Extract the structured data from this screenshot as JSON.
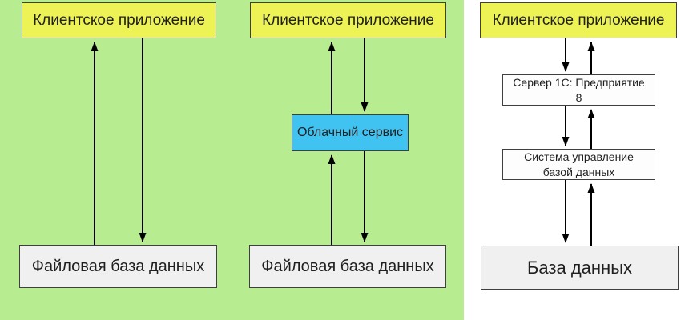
{
  "diagram_type": "architecture-flow",
  "colors": {
    "panel_background": "#b7ed90",
    "client_fill": "#edf355",
    "cloud_fill": "#40c3f0",
    "database_fill": "#f0f0f0",
    "plain_fill": "#fdfdfd",
    "box_border": "#3f3f3f",
    "arrow": "#000000",
    "text": "#1f1f1f"
  },
  "panels": {
    "file_direct": {
      "client": "Клиентское приложение",
      "database": "Файловая база данных"
    },
    "file_cloud": {
      "client": "Клиентское приложение",
      "cloud": "Облачный сервис",
      "database": "Файловая база данных"
    },
    "client_server": {
      "client": "Клиентское приложение",
      "server": "Сервер 1С: Предприятие 8",
      "dbms": "Система управление базой данных",
      "database": "База данных"
    }
  }
}
